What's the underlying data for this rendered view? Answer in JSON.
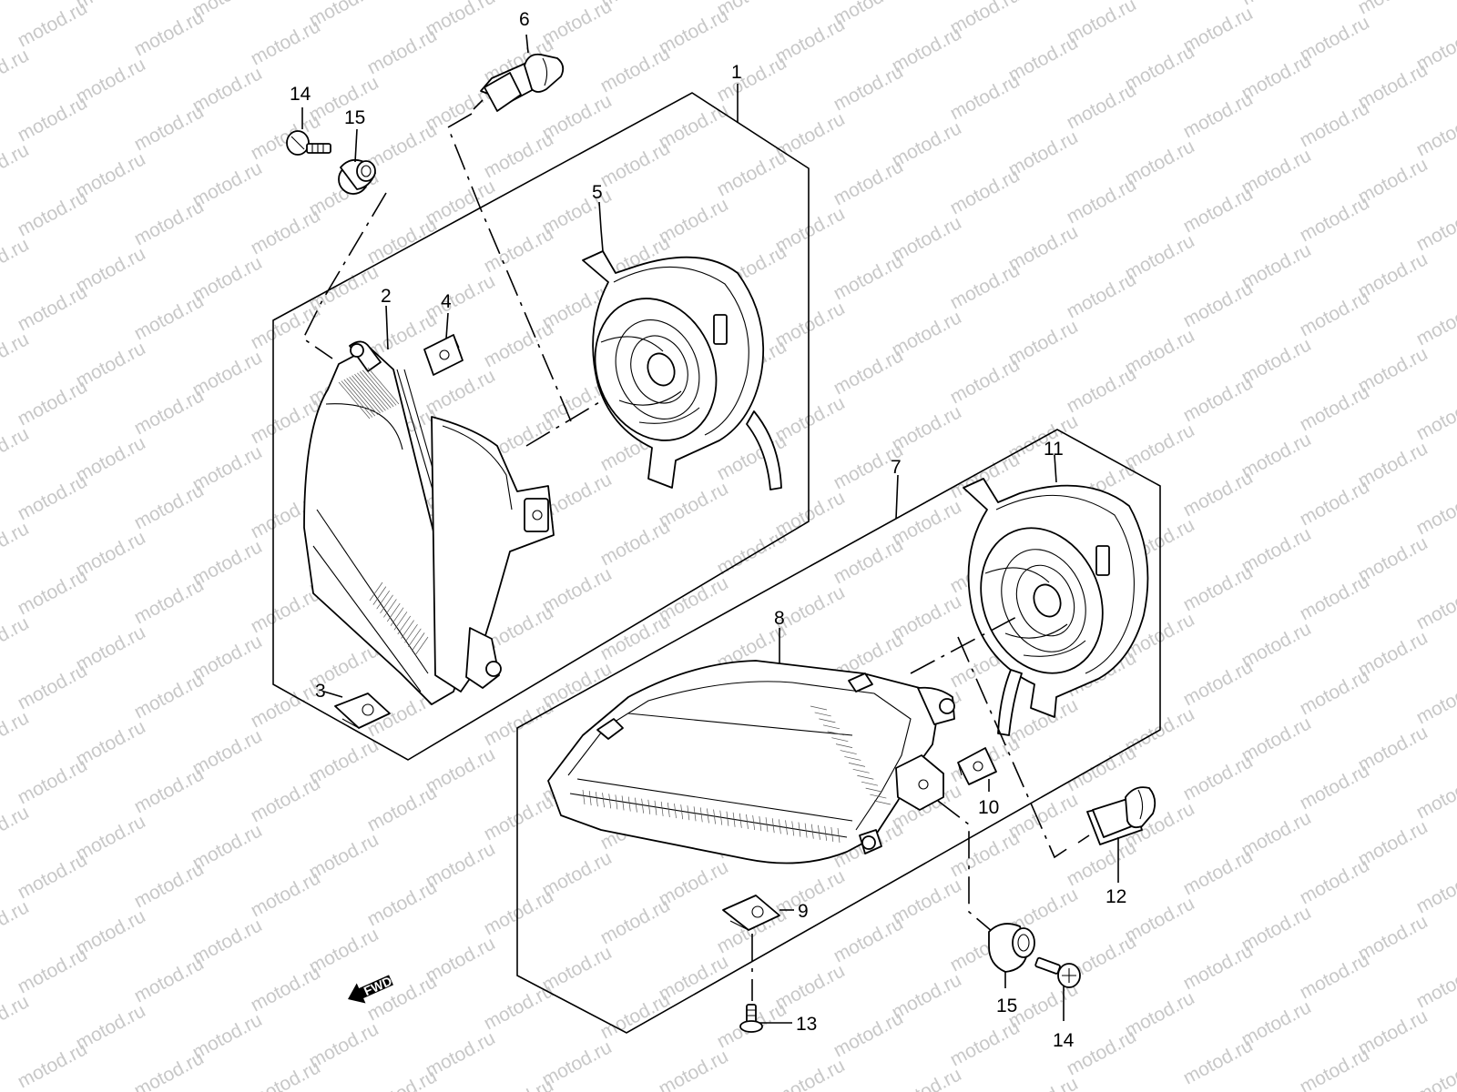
{
  "watermark": "motod.ru",
  "callouts": [
    {
      "id": "1",
      "label": "1"
    },
    {
      "id": "2",
      "label": "2"
    },
    {
      "id": "3",
      "label": "3"
    },
    {
      "id": "4",
      "label": "4"
    },
    {
      "id": "5",
      "label": "5"
    },
    {
      "id": "6",
      "label": "6"
    },
    {
      "id": "7",
      "label": "7"
    },
    {
      "id": "8",
      "label": "8"
    },
    {
      "id": "9",
      "label": "9"
    },
    {
      "id": "10",
      "label": "10"
    },
    {
      "id": "11",
      "label": "11"
    },
    {
      "id": "12",
      "label": "12"
    },
    {
      "id": "13",
      "label": "13"
    },
    {
      "id": "14a",
      "label": "14"
    },
    {
      "id": "14b",
      "label": "14"
    },
    {
      "id": "15a",
      "label": "15"
    },
    {
      "id": "15b",
      "label": "15"
    }
  ],
  "direction_marker": {
    "label": "FWD",
    "icon": "arrow-left-icon"
  }
}
